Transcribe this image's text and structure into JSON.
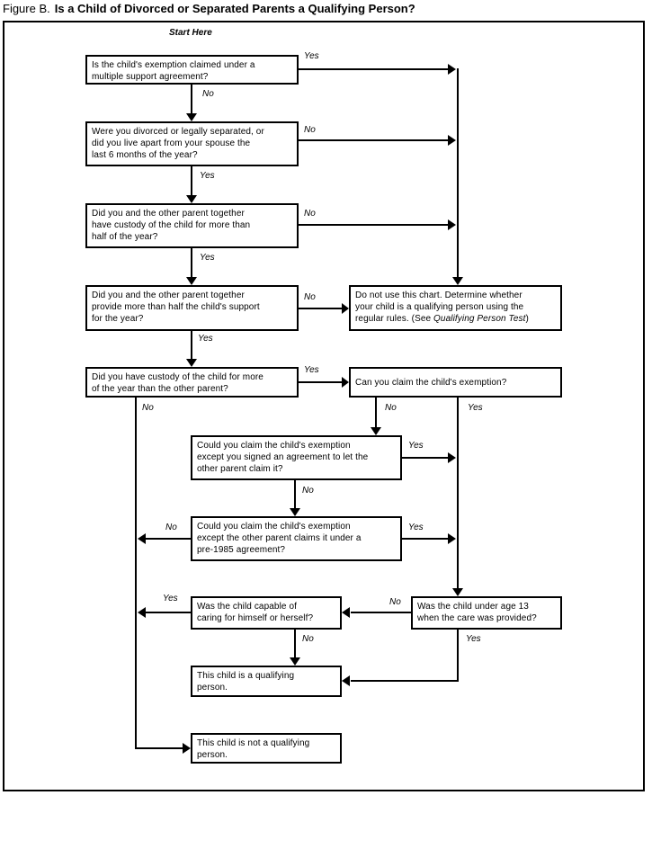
{
  "title": {
    "prefix": "Figure B.",
    "main": "Is a Child of Divorced or Separated Parents a Qualifying Person?"
  },
  "start_label": "Start Here",
  "labels": {
    "yes": "Yes",
    "no": "No"
  },
  "nodes": {
    "q1": "Is the child's exemption claimed under a\nmultiple support agreement?",
    "q2": "Were you divorced or legally separated, or\ndid you live apart from your spouse the\nlast 6 months of the year?",
    "q3": "Did you and the other parent together\nhave custody of the child for more than\nhalf of the year?",
    "q4": "Did you and the other parent together\nprovide more than half the child's support\nfor the year?",
    "q5": "Did you have custody of the child for more\nof the year than the other parent?",
    "do_not_use_pre": "Do not use this chart. Determine whether\nyour child is a qualifying person using the\nregular rules. (See ",
    "do_not_use_italic": "Qualifying Person Test",
    "do_not_use_post": ")",
    "q6": "Can you claim the child's exemption?",
    "q7": "Could you claim the child's exemption\nexcept you signed an agreement to let the\nother parent claim it?",
    "q8": "Could you claim the child's exemption\nexcept the other parent claims it under a\npre-1985 agreement?",
    "q9": "Was the child capable of\ncaring for himself or herself?",
    "q10": "Was the child under age 13\nwhen the care was provided?",
    "end_qualifying": "This child is a qualifying\nperson.",
    "end_not_qualifying": "This child is not a qualifying\nperson."
  }
}
